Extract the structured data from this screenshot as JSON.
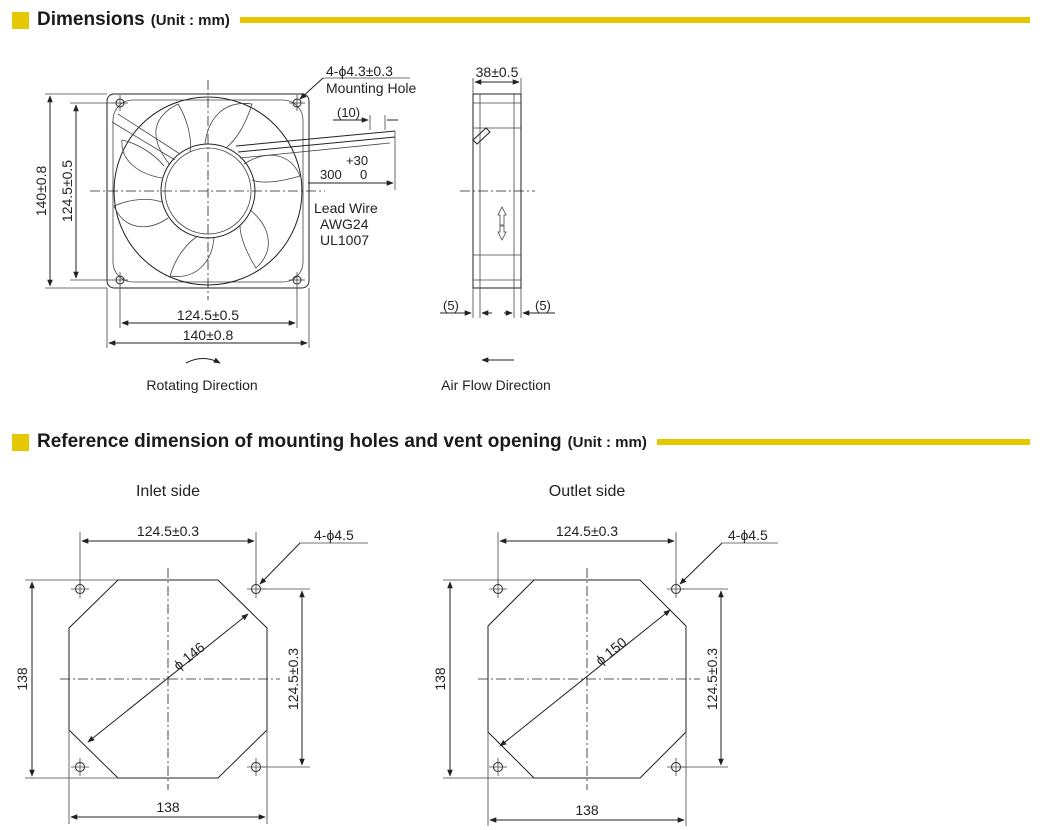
{
  "sections": {
    "dimensions": {
      "title": "Dimensions",
      "unit": "(Unit : mm)"
    },
    "reference": {
      "title": "Reference dimension of mounting holes and vent opening",
      "unit": "(Unit : mm)"
    }
  },
  "front_view": {
    "mounting_hole_dim": "4-ϕ4.3±0.3",
    "mounting_hole_label": "Mounting Hole",
    "strip_length": "(10)",
    "lead_tolerance": "+30",
    "lead_length": "300",
    "lead_tolerance_lower": "0",
    "lead_wire_lines": [
      "Lead Wire",
      "AWG24",
      "UL1007"
    ],
    "height_outer": "140±0.8",
    "height_pitch": "124.5±0.5",
    "width_pitch": "124.5±0.5",
    "width_outer": "140±0.8",
    "rotating_label": "Rotating Direction"
  },
  "side_view": {
    "depth": "38±0.5",
    "flange_left": "(5)",
    "flange_right": "(5)",
    "airflow_label": "Air Flow Direction"
  },
  "inlet": {
    "label": "Inlet side",
    "pitch_horizontal": "124.5±0.3",
    "hole_dim": "4-ϕ4.5",
    "diameter": "ϕ 146",
    "pitch_vertical": "124.5±0.3",
    "height": "138",
    "width": "138"
  },
  "outlet": {
    "label": "Outlet side",
    "pitch_horizontal": "124.5±0.3",
    "hole_dim": "4-ϕ4.5",
    "diameter": "ϕ 150",
    "pitch_vertical": "124.5±0.3",
    "height": "138",
    "width": "138"
  },
  "colors": {
    "accent": "#e6c800",
    "line": "#222222"
  }
}
